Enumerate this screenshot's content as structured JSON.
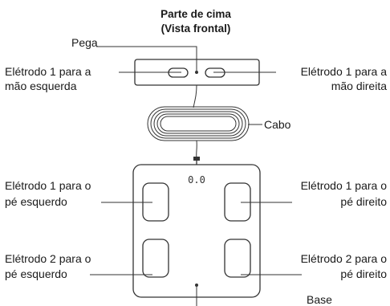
{
  "title": {
    "line1": "Parte de cima",
    "line2": "(Vista frontal)"
  },
  "labels": {
    "handle": "Pega",
    "left_hand_line1": "Elétrodo 1 para a",
    "left_hand_line2": "mão esquerda",
    "right_hand_line1": "Elétrodo 1 para a",
    "right_hand_line2": "mão direita",
    "cable": "Cabo",
    "left_foot1_line1": "Elétrodo 1 para o",
    "left_foot1_line2": "pé esquerdo",
    "right_foot1_line1": "Elétrodo 1 para o",
    "right_foot1_line2": "pé direito",
    "left_foot2_line1": "Elétrodo 2 para o",
    "left_foot2_line2": "pé esquerdo",
    "right_foot2_line1": "Elétrodo 2 para o",
    "right_foot2_line2": "pé direito",
    "base": "Base"
  },
  "display": {
    "reading": "0.0"
  },
  "colors": {
    "stroke": "#333333",
    "text": "#1a1a1a",
    "background": "#ffffff"
  }
}
